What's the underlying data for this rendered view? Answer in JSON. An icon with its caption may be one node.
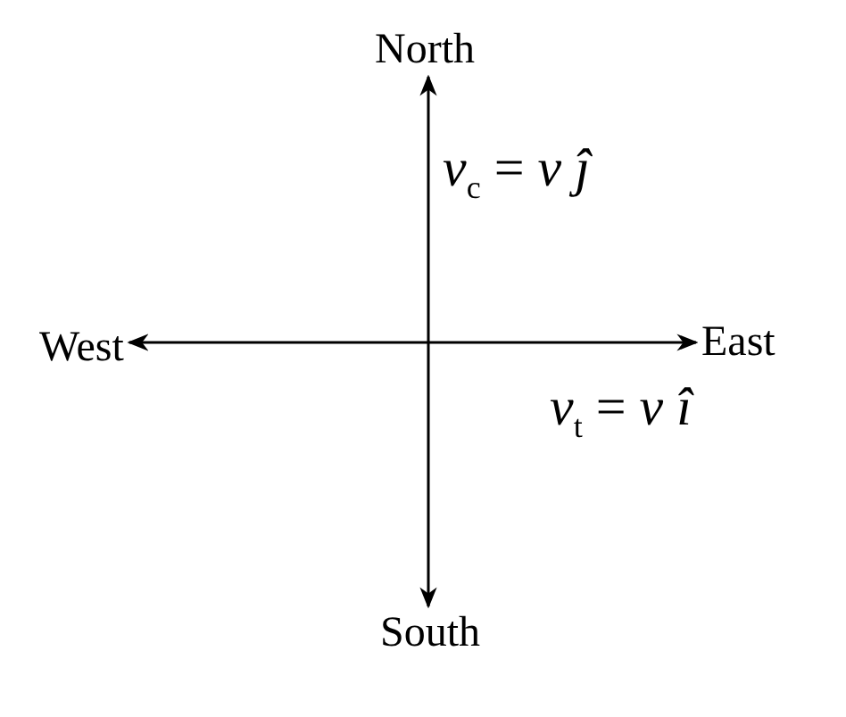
{
  "diagram": {
    "nodes": [
      {
        "text": [
          "North"
        ]
      },
      {
        "text": [
          "West"
        ]
      },
      {
        "text": [
          "East"
        ]
      },
      {
        "text": [
          "South"
        ]
      }
    ],
    "edges": [
      {
        "from": 3,
        "to": 0,
        "arrow": "both"
      },
      {
        "from": 1,
        "to": 2,
        "arrow": "both"
      }
    ],
    "labels": [
      "*v*$_{c}$ = *v* *ĵ*",
      "*v*$_{t}$ = *v* *î*"
    ]
  }
}
